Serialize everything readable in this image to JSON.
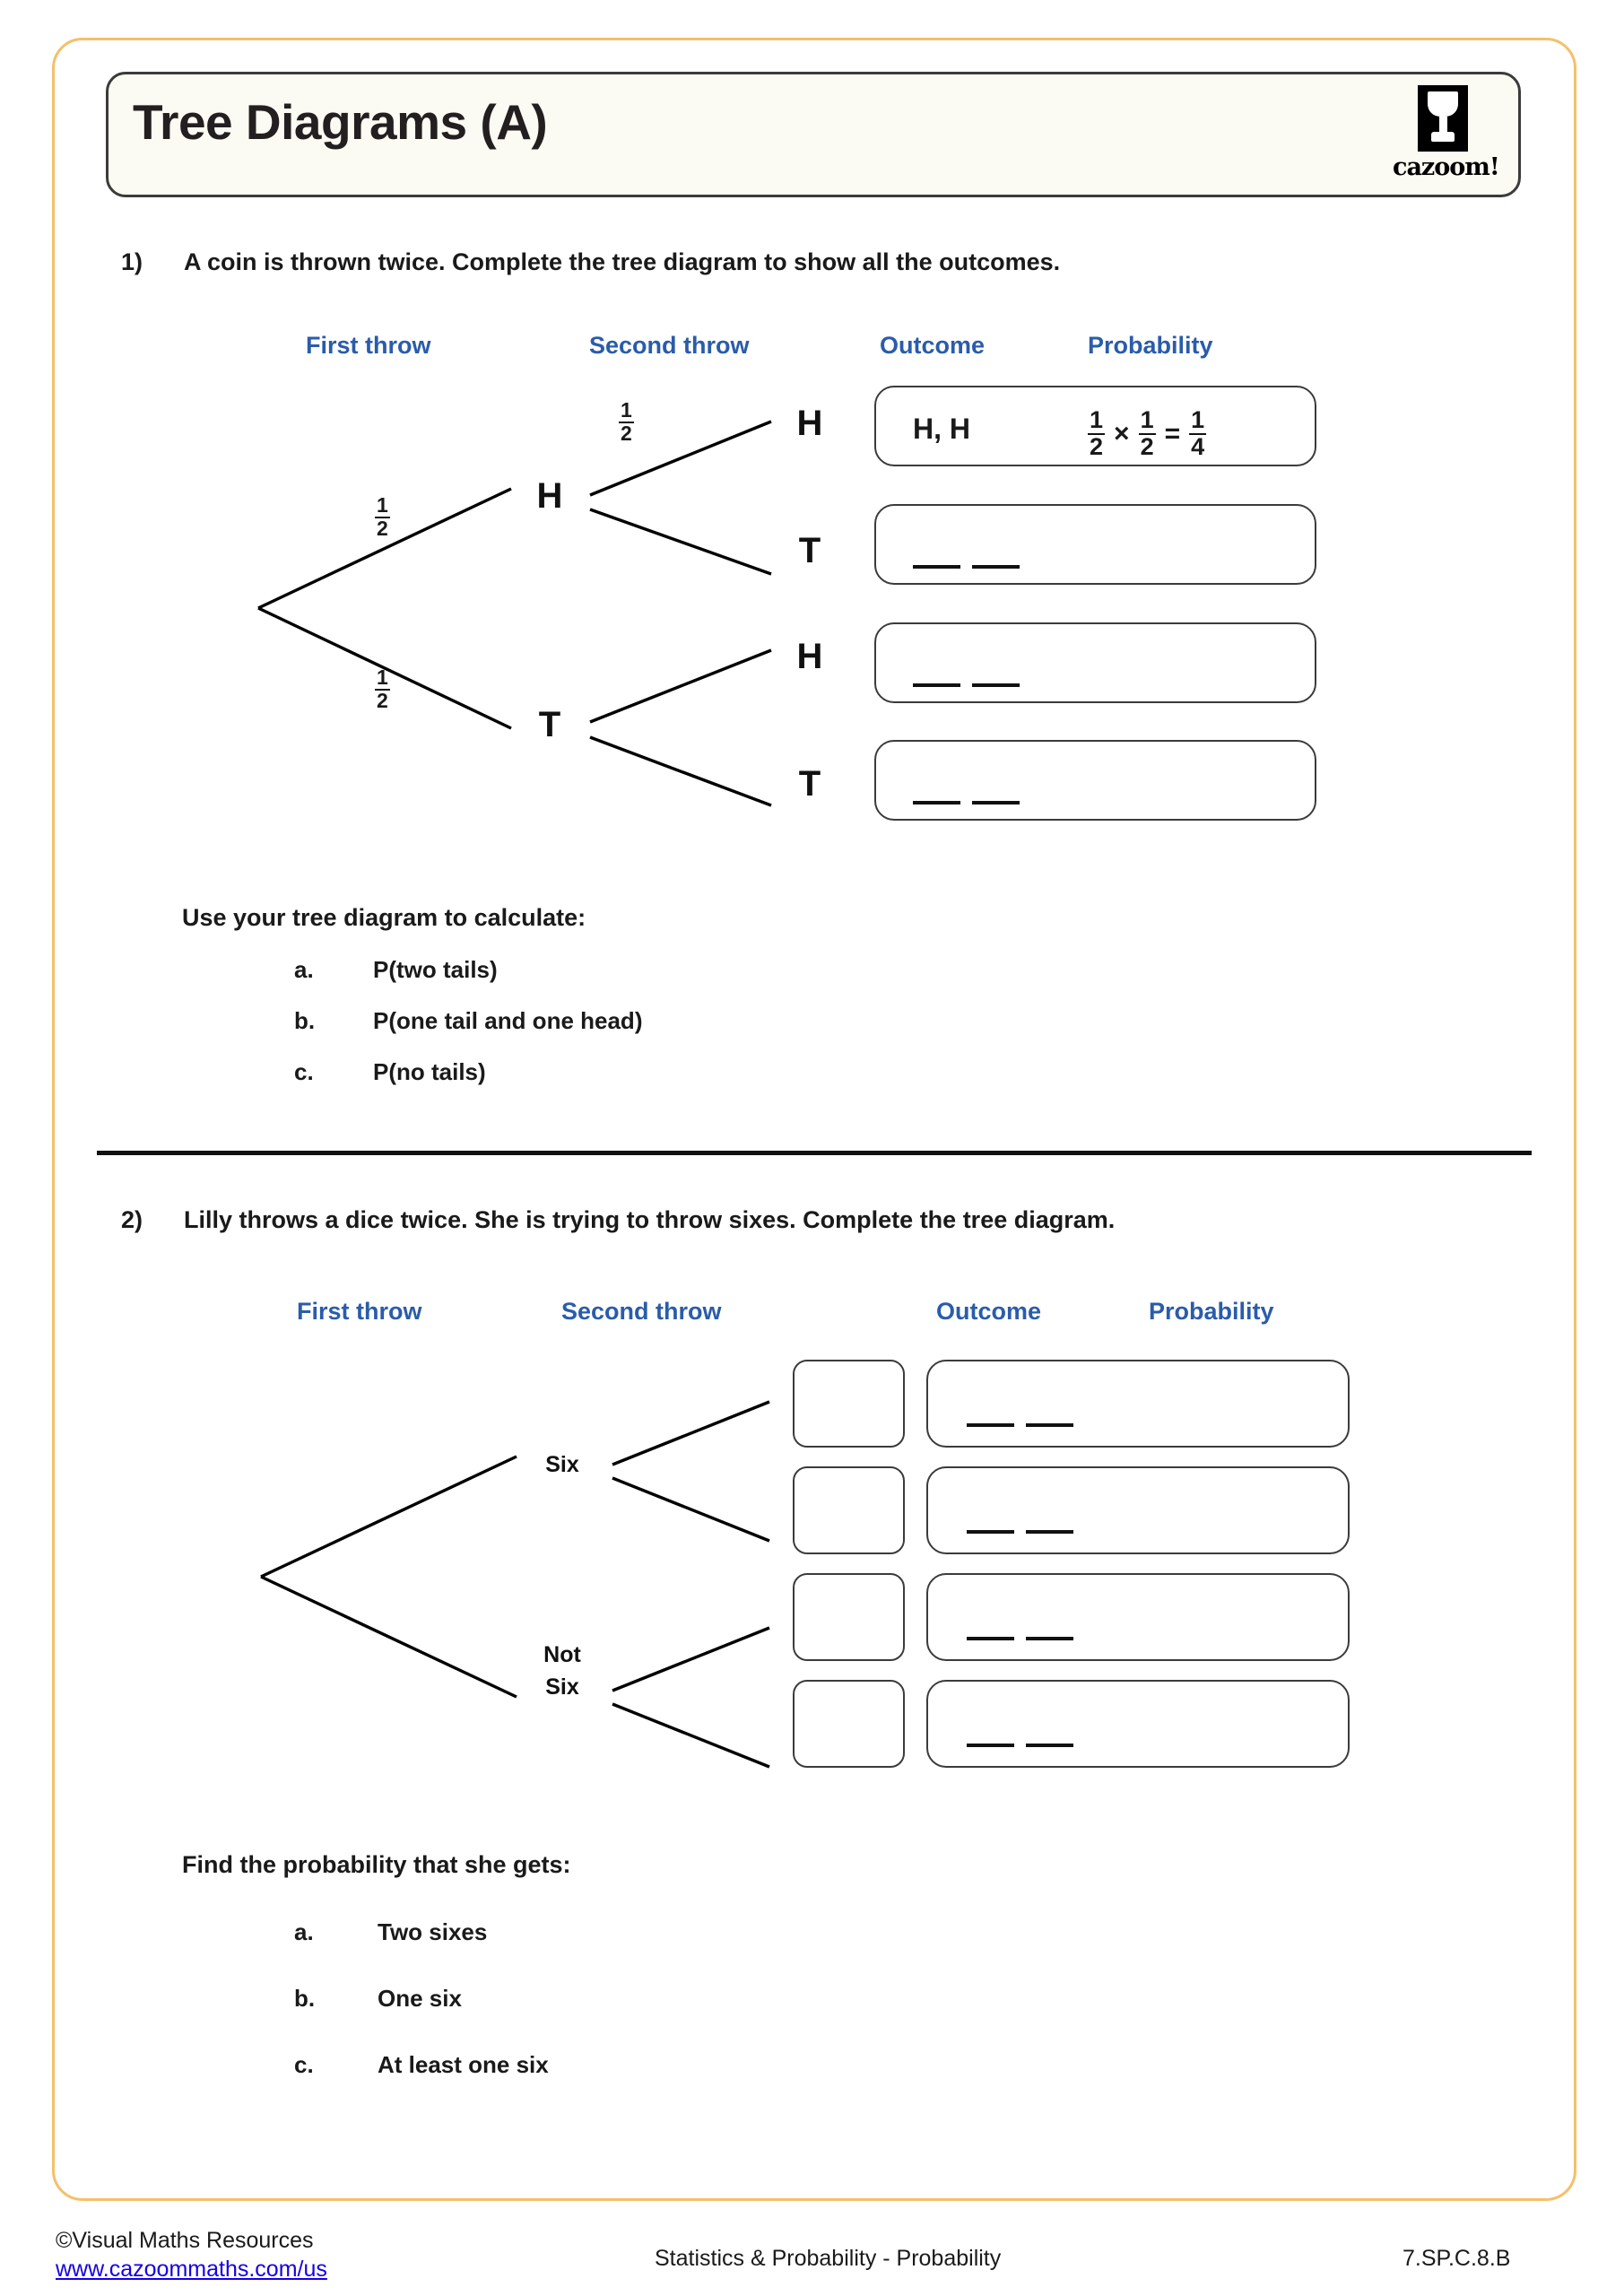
{
  "header": {
    "title": "Tree Diagrams (A)",
    "logo_text": "cazoom!",
    "logo_icon": "goblet-icon"
  },
  "questions": [
    {
      "number": "1)",
      "prompt": "A coin is thrown twice. Complete the tree diagram to show all the outcomes.",
      "columns": [
        "First throw",
        "Second throw",
        "Outcome",
        "Probability"
      ],
      "tree": {
        "first_level": [
          {
            "label": "H",
            "prob_num": "1",
            "prob_den": "2"
          },
          {
            "label": "T",
            "prob_num": "1",
            "prob_den": "2"
          }
        ],
        "second_level": [
          {
            "label": "H",
            "prob_num": "1",
            "prob_den": "2"
          },
          {
            "label": "T",
            "prob_num": "",
            "prob_den": ""
          },
          {
            "label": "H",
            "prob_num": "",
            "prob_den": ""
          },
          {
            "label": "T",
            "prob_num": "",
            "prob_den": ""
          }
        ]
      },
      "rows": [
        {
          "outcome": "H, H",
          "filled": true,
          "calc": {
            "a_num": "1",
            "a_den": "2",
            "times": "×",
            "b_num": "1",
            "b_den": "2",
            "equals": "=",
            "r_num": "1",
            "r_den": "4"
          }
        },
        {
          "outcome": "",
          "filled": false
        },
        {
          "outcome": "",
          "filled": false
        },
        {
          "outcome": "",
          "filled": false
        }
      ],
      "subhead": "Use your tree diagram to calculate:",
      "parts": [
        {
          "letter": "a.",
          "text": "P(two tails)"
        },
        {
          "letter": "b.",
          "text": "P(one tail and one head)"
        },
        {
          "letter": "c.",
          "text": "P(no tails)"
        }
      ]
    },
    {
      "number": "2)",
      "prompt": "Lilly throws a dice twice. She is trying to throw sixes. Complete the tree diagram.",
      "columns": [
        "First throw",
        "Second throw",
        "Outcome",
        "Probability"
      ],
      "tree": {
        "first_level": [
          {
            "label": "Six",
            "label2": ""
          },
          {
            "label": "Not",
            "label2": "Six"
          }
        ],
        "second_level": [
          {
            "label": ""
          },
          {
            "label": ""
          },
          {
            "label": ""
          },
          {
            "label": ""
          }
        ]
      },
      "rows": [
        {
          "outcome": "",
          "filled": false
        },
        {
          "outcome": "",
          "filled": false
        },
        {
          "outcome": "",
          "filled": false
        },
        {
          "outcome": "",
          "filled": false
        }
      ],
      "subhead": "Find the probability that she gets:",
      "parts": [
        {
          "letter": "a.",
          "text": "Two sixes"
        },
        {
          "letter": "b.",
          "text": "One six"
        },
        {
          "letter": "c.",
          "text": "At least one six"
        }
      ]
    }
  ],
  "footer": {
    "copyright": "©Visual Maths Resources",
    "url": "www.cazoommaths.com/us",
    "center": "Statistics & Probability - Probability",
    "code": "7.SP.C.8.B"
  },
  "colors": {
    "heading_blue": "#2A5CAA",
    "page_border": "#F5C06A",
    "link_blue": "#1400E6",
    "box_border": "#3B3B3B",
    "header_fill": "#FBFAF3"
  }
}
